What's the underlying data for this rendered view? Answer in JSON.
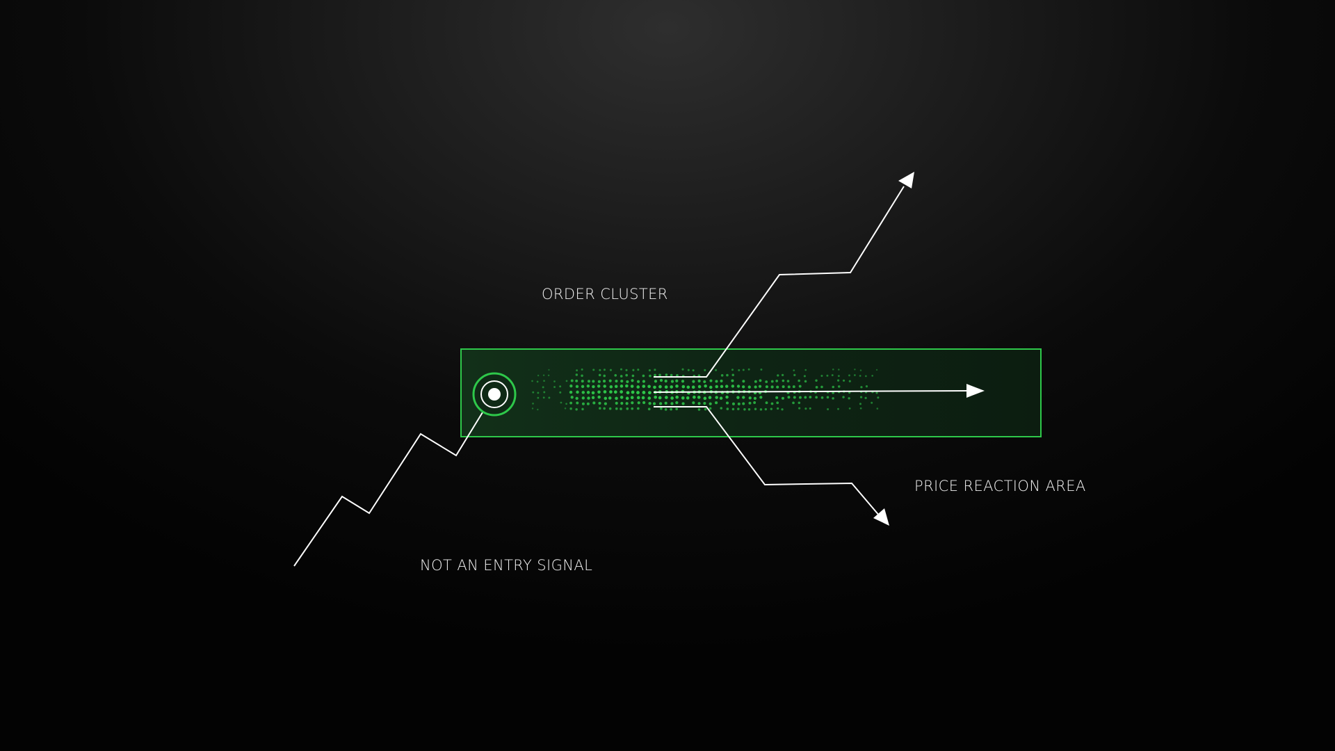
{
  "labels": {
    "order_cluster": "ORDER CLUSTER",
    "price_reaction_area": "PRICE REACTION AREA",
    "not_entry_signal": "NOT AN ENTRY SIGNAL"
  },
  "colors": {
    "background": "#0a0a0a",
    "accent_green": "#2ec84a",
    "zone_fill": "#0f2214",
    "line": "#ffffff"
  },
  "icons": {
    "entry_marker": "target-circle-icon",
    "arrows": "arrowhead-icon"
  }
}
